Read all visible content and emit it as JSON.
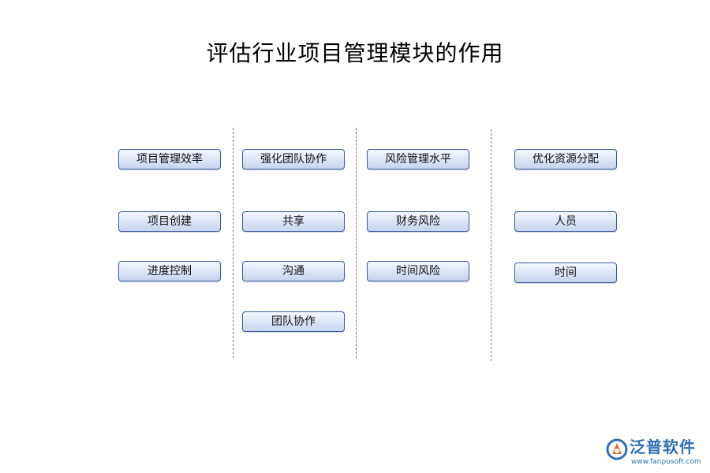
{
  "title": "评估行业项目管理模块的作用",
  "columns": [
    {
      "items": [
        "项目管理效率",
        "项目创建",
        "进度控制"
      ]
    },
    {
      "items": [
        "强化团队协作",
        "共享",
        "沟通",
        "团队协作"
      ]
    },
    {
      "items": [
        "风险管理水平",
        "财务风险",
        "时间风险"
      ]
    },
    {
      "items": [
        "优化资源分配",
        "人员",
        "时间"
      ]
    }
  ],
  "logo": {
    "name": "泛普软件",
    "url": "www.fanpusoft.com"
  },
  "colors": {
    "node_border": "#3a5a9c",
    "node_fill_top": "#f4f7fd",
    "node_fill_bottom": "#c7d4ee",
    "divider": "#7a7a7a",
    "logo": "#2f6fb3"
  }
}
